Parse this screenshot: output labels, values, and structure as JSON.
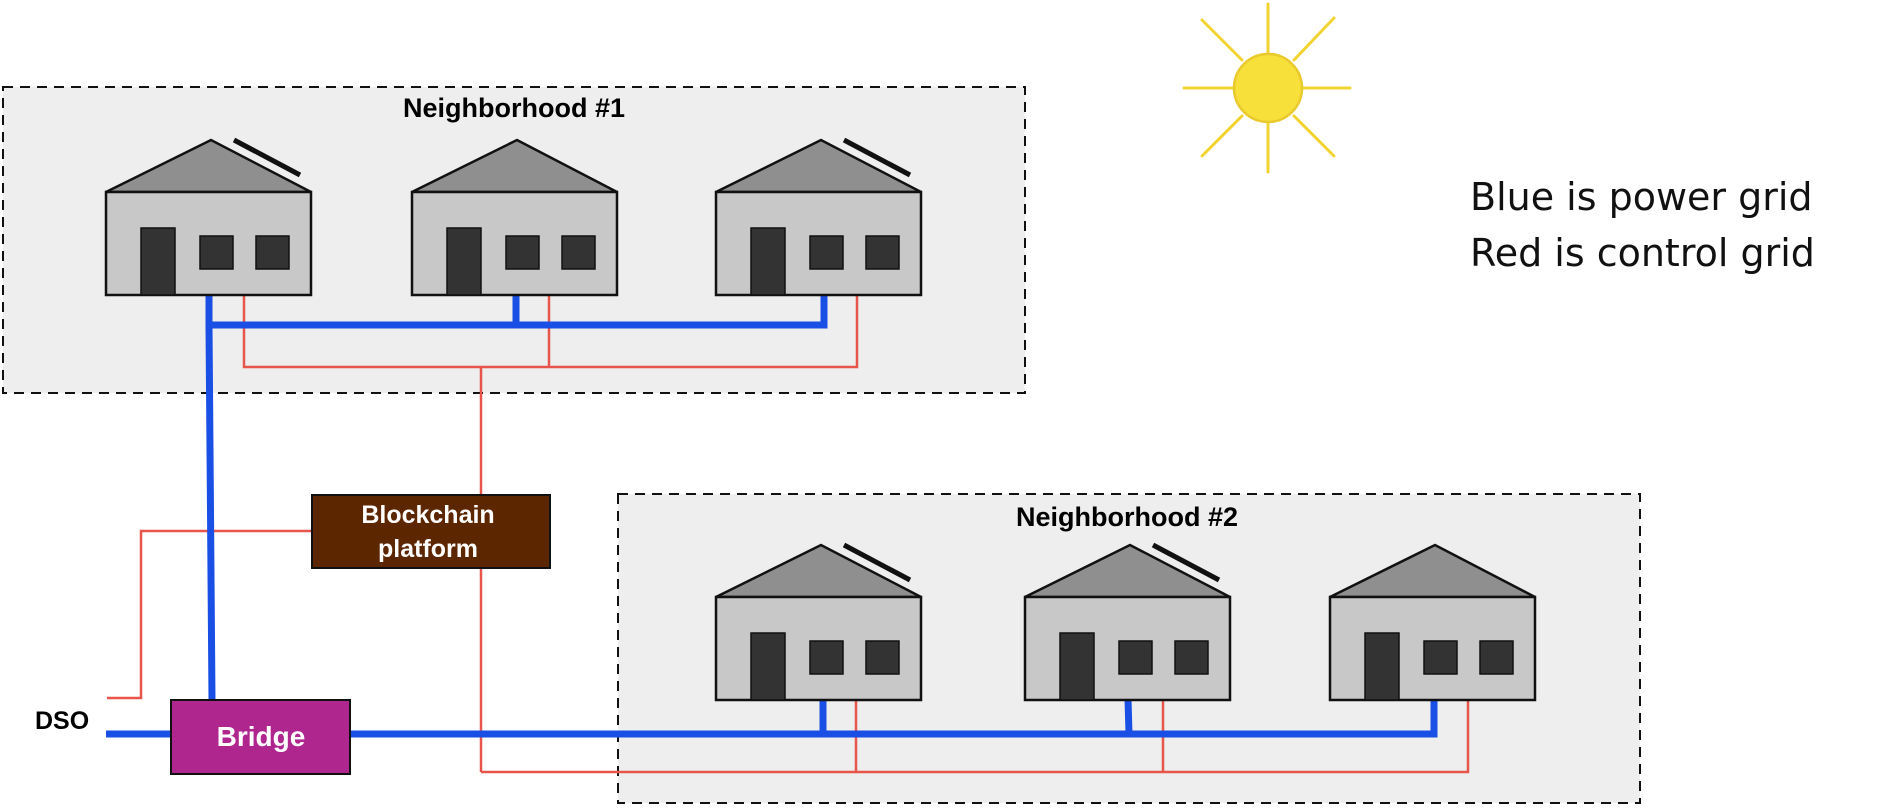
{
  "neighborhoods": [
    {
      "label": "Neighborhood #1"
    },
    {
      "label": "Neighborhood #2"
    }
  ],
  "houses": {
    "neighborhood_1": [
      {
        "solar_panel": true
      },
      {
        "solar_panel": false
      },
      {
        "solar_panel": true
      }
    ],
    "neighborhood_2": [
      {
        "solar_panel": true
      },
      {
        "solar_panel": true
      },
      {
        "solar_panel": false
      }
    ]
  },
  "blockchain": {
    "label_line1": "Blockchain",
    "label_line2": "platform"
  },
  "bridge": {
    "label": "Bridge"
  },
  "dso": {
    "label": "DSO"
  },
  "legend": {
    "power": "Blue is power grid",
    "control": "Red is control grid"
  },
  "colors": {
    "power_line": "#1a4fe6",
    "control_line": "#e8554a",
    "bridge_fill": "#b0268f",
    "blockchain_fill": "#5c2600",
    "neighborhood_fill": "#eeeeee",
    "house_wall": "#c8c8c8",
    "house_roof": "#8f8f8f",
    "house_dark": "#333333",
    "sun": "#f7e03a"
  },
  "icons": [
    "sun-icon",
    "house-icon",
    "solar-panel-icon"
  ]
}
